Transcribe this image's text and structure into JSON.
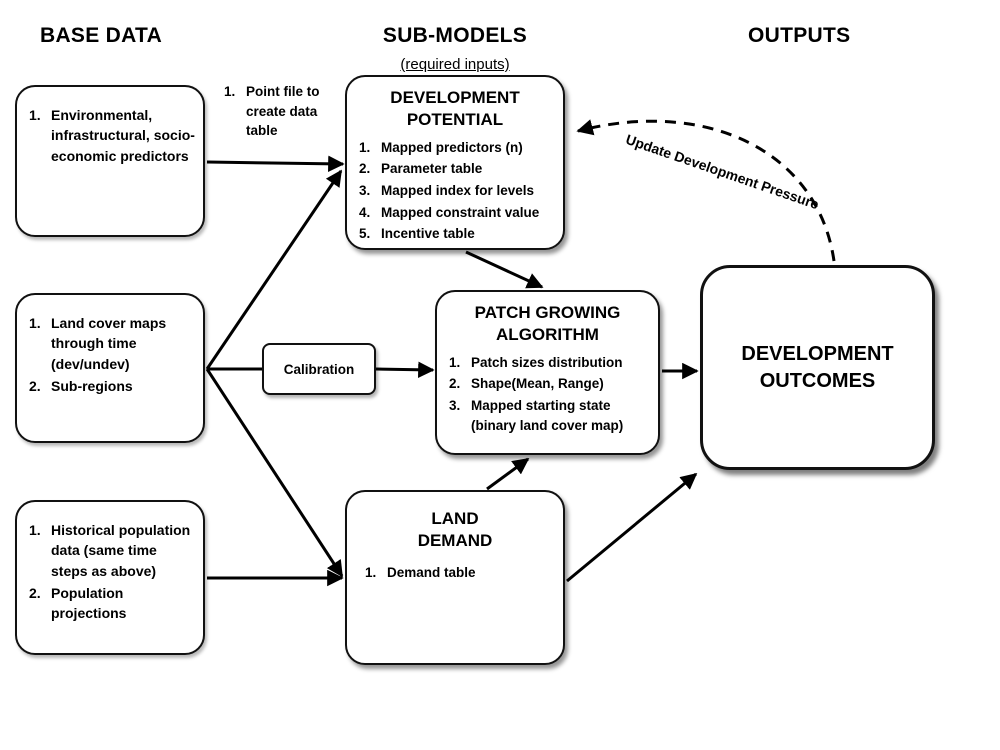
{
  "headers": {
    "col1": "BASE DATA",
    "col2": "SUB-MODELS",
    "col2_note": "(required inputs)",
    "col3": "OUTPUTS"
  },
  "base_boxes": [
    {
      "items": [
        "Environmental, infrastructural, socio-economic predictors"
      ]
    },
    {
      "items": [
        "Land cover maps through time (dev/undev)",
        "Sub-regions"
      ]
    },
    {
      "items": [
        "Historical population data (same time steps as above)",
        "Population projections"
      ]
    }
  ],
  "sub_models": {
    "development_potential": {
      "title": "DEVELOPMENT POTENTIAL",
      "items": [
        "Mapped predictors (n)",
        "Parameter table",
        "Mapped index for levels",
        "Mapped constraint value",
        "Incentive table"
      ]
    },
    "patch_growing": {
      "title": "PATCH GROWING ALGORITHM",
      "items": [
        "Patch sizes distribution",
        "Shape(Mean, Range)",
        "Mapped starting state (binary land cover map)"
      ]
    },
    "land_demand": {
      "title": "LAND\nDEMAND",
      "items": [
        "Demand table"
      ]
    }
  },
  "calibration": {
    "label": "Calibration"
  },
  "outputs": {
    "development_outcomes": {
      "title": "DEVELOPMENT OUTCOMES"
    }
  },
  "annotations": {
    "point_file": "Point file to create data table",
    "feedback": "Update Development Pressure"
  },
  "colors": {
    "line": "#000000",
    "border": "#111111",
    "background": "#ffffff"
  }
}
